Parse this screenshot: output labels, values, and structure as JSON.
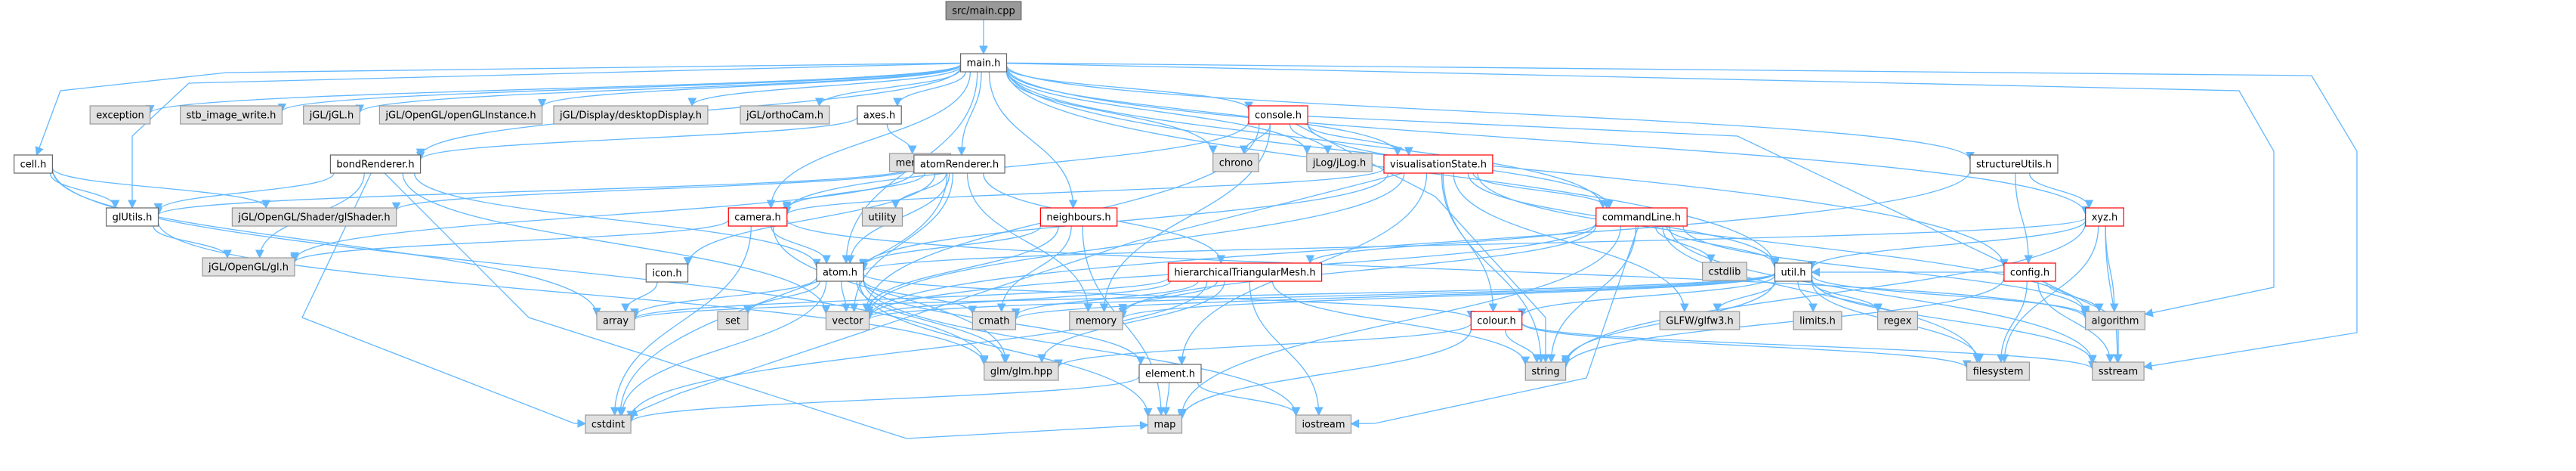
{
  "diagram": {
    "title": "",
    "colors": {
      "edge": "#63b8ff",
      "root_fill": "#999999",
      "root_border": "#666666",
      "local_fill": "#ffffff",
      "local_border": "#666666",
      "system_fill": "#e0e0e0",
      "system_border": "#999999",
      "truncated_border": "#ff0000",
      "text": "#000000"
    },
    "nodes": [
      {
        "id": "main_cpp",
        "label": "src/main.cpp",
        "kind": "root"
      },
      {
        "id": "main_h",
        "label": "main.h",
        "kind": "local"
      },
      {
        "id": "cell_h",
        "label": "cell.h",
        "kind": "local"
      },
      {
        "id": "exception",
        "label": "exception",
        "kind": "system"
      },
      {
        "id": "stb",
        "label": "stb_image_write.h",
        "kind": "system"
      },
      {
        "id": "jgl",
        "label": "jGL/jGL.h",
        "kind": "system"
      },
      {
        "id": "openglinst",
        "label": "jGL/OpenGL/openGLInstance.h",
        "kind": "system"
      },
      {
        "id": "desktopdisplay",
        "label": "jGL/Display/desktopDisplay.h",
        "kind": "system"
      },
      {
        "id": "orthocam",
        "label": "jGL/orthoCam.h",
        "kind": "system"
      },
      {
        "id": "axes_h",
        "label": "axes.h",
        "kind": "local"
      },
      {
        "id": "console_h",
        "label": "console.h",
        "kind": "truncated"
      },
      {
        "id": "structureutils",
        "label": "structureUtils.h",
        "kind": "local"
      },
      {
        "id": "memory_h",
        "label": "memory.h",
        "kind": "system"
      },
      {
        "id": "bondrenderer",
        "label": "bondRenderer.h",
        "kind": "local"
      },
      {
        "id": "atomrenderer",
        "label": "atomRenderer.h",
        "kind": "local"
      },
      {
        "id": "chrono",
        "label": "chrono",
        "kind": "system"
      },
      {
        "id": "jlog",
        "label": "jLog/jLog.h",
        "kind": "system"
      },
      {
        "id": "visstate",
        "label": "visualisationState.h",
        "kind": "truncated"
      },
      {
        "id": "xyz_h",
        "label": "xyz.h",
        "kind": "truncated"
      },
      {
        "id": "glutils",
        "label": "glUtils.h",
        "kind": "local"
      },
      {
        "id": "glshader",
        "label": "jGL/OpenGL/Shader/glShader.h",
        "kind": "system"
      },
      {
        "id": "utility",
        "label": "utility",
        "kind": "system"
      },
      {
        "id": "camera_h",
        "label": "camera.h",
        "kind": "truncated"
      },
      {
        "id": "neighbours",
        "label": "neighbours.h",
        "kind": "truncated"
      },
      {
        "id": "commandline",
        "label": "commandLine.h",
        "kind": "truncated"
      },
      {
        "id": "config_h",
        "label": "config.h",
        "kind": "truncated"
      },
      {
        "id": "gl_h",
        "label": "jGL/OpenGL/gl.h",
        "kind": "system"
      },
      {
        "id": "icon_h",
        "label": "icon.h",
        "kind": "local"
      },
      {
        "id": "atom_h",
        "label": "atom.h",
        "kind": "local"
      },
      {
        "id": "htm",
        "label": "hierarchicalTriangularMesh.h",
        "kind": "truncated"
      },
      {
        "id": "cstdlib",
        "label": "cstdlib",
        "kind": "system"
      },
      {
        "id": "util_h",
        "label": "util.h",
        "kind": "local"
      },
      {
        "id": "array",
        "label": "array",
        "kind": "system"
      },
      {
        "id": "set",
        "label": "set",
        "kind": "system"
      },
      {
        "id": "vector",
        "label": "vector",
        "kind": "system"
      },
      {
        "id": "cmath",
        "label": "cmath",
        "kind": "system"
      },
      {
        "id": "memory",
        "label": "memory",
        "kind": "system"
      },
      {
        "id": "colour_h",
        "label": "colour.h",
        "kind": "truncated"
      },
      {
        "id": "glfw",
        "label": "GLFW/glfw3.h",
        "kind": "system"
      },
      {
        "id": "limits",
        "label": "limits.h",
        "kind": "system"
      },
      {
        "id": "regex",
        "label": "regex",
        "kind": "system"
      },
      {
        "id": "algorithm",
        "label": "algorithm",
        "kind": "system"
      },
      {
        "id": "glm",
        "label": "glm/glm.hpp",
        "kind": "system"
      },
      {
        "id": "element_h",
        "label": "element.h",
        "kind": "local"
      },
      {
        "id": "string",
        "label": "string",
        "kind": "system"
      },
      {
        "id": "filesystem",
        "label": "filesystem",
        "kind": "system"
      },
      {
        "id": "sstream",
        "label": "sstream",
        "kind": "system"
      },
      {
        "id": "cstdint",
        "label": "cstdint",
        "kind": "system"
      },
      {
        "id": "map",
        "label": "map",
        "kind": "system"
      },
      {
        "id": "iostream",
        "label": "iostream",
        "kind": "system"
      }
    ],
    "edges": [
      [
        "main_cpp",
        "main_h"
      ],
      [
        "main_h",
        "cell_h"
      ],
      [
        "main_h",
        "exception"
      ],
      [
        "main_h",
        "stb"
      ],
      [
        "main_h",
        "jgl"
      ],
      [
        "main_h",
        "openglinst"
      ],
      [
        "main_h",
        "desktopdisplay"
      ],
      [
        "main_h",
        "orthocam"
      ],
      [
        "main_h",
        "axes_h"
      ],
      [
        "main_h",
        "console_h"
      ],
      [
        "main_h",
        "structureutils"
      ],
      [
        "main_h",
        "bondrenderer"
      ],
      [
        "main_h",
        "atomrenderer"
      ],
      [
        "main_h",
        "chrono"
      ],
      [
        "main_h",
        "jlog"
      ],
      [
        "main_h",
        "visstate"
      ],
      [
        "main_h",
        "xyz_h"
      ],
      [
        "main_h",
        "glutils"
      ],
      [
        "main_h",
        "camera_h"
      ],
      [
        "main_h",
        "neighbours"
      ],
      [
        "main_h",
        "commandline"
      ],
      [
        "main_h",
        "config_h"
      ],
      [
        "main_h",
        "atom_h"
      ],
      [
        "main_h",
        "util_h"
      ],
      [
        "main_h",
        "algorithm"
      ],
      [
        "main_h",
        "sstream"
      ],
      [
        "cell_h",
        "glutils"
      ],
      [
        "cell_h",
        "glshader"
      ],
      [
        "cell_h",
        "array"
      ],
      [
        "cell_h",
        "glm"
      ],
      [
        "axes_h",
        "memory_h"
      ],
      [
        "axes_h",
        "bondrenderer"
      ],
      [
        "console_h",
        "chrono"
      ],
      [
        "console_h",
        "jlog"
      ],
      [
        "console_h",
        "visstate"
      ],
      [
        "console_h",
        "commandline"
      ],
      [
        "console_h",
        "camera_h"
      ],
      [
        "console_h",
        "vector"
      ],
      [
        "console_h",
        "memory"
      ],
      [
        "console_h",
        "string"
      ],
      [
        "console_h",
        "sstream"
      ],
      [
        "structureutils",
        "xyz_h"
      ],
      [
        "structureutils",
        "config_h"
      ],
      [
        "structureutils",
        "vector"
      ],
      [
        "bondrenderer",
        "glutils"
      ],
      [
        "bondrenderer",
        "gl_h"
      ],
      [
        "bondrenderer",
        "atom_h"
      ],
      [
        "bondrenderer",
        "vector"
      ],
      [
        "bondrenderer",
        "cstdint"
      ],
      [
        "bondrenderer",
        "map"
      ],
      [
        "atomrenderer",
        "glutils"
      ],
      [
        "atomrenderer",
        "glshader"
      ],
      [
        "atomrenderer",
        "utility"
      ],
      [
        "atomrenderer",
        "camera_h"
      ],
      [
        "atomrenderer",
        "icon_h"
      ],
      [
        "atomrenderer",
        "atom_h"
      ],
      [
        "atomrenderer",
        "htm"
      ],
      [
        "atomrenderer",
        "vector"
      ],
      [
        "atomrenderer",
        "memory"
      ],
      [
        "atomrenderer",
        "gl_h"
      ],
      [
        "atomrenderer",
        "cstdint"
      ],
      [
        "visstate",
        "camera_h"
      ],
      [
        "visstate",
        "commandline"
      ],
      [
        "visstate",
        "atom_h"
      ],
      [
        "visstate",
        "colour_h"
      ],
      [
        "visstate",
        "element_h"
      ],
      [
        "visstate",
        "glfw"
      ],
      [
        "visstate",
        "string"
      ],
      [
        "visstate",
        "algorithm"
      ],
      [
        "visstate",
        "cstdint"
      ],
      [
        "visstate",
        "vector"
      ],
      [
        "visstate",
        "util_h"
      ],
      [
        "xyz_h",
        "util_h"
      ],
      [
        "xyz_h",
        "atom_h"
      ],
      [
        "xyz_h",
        "algorithm"
      ],
      [
        "xyz_h",
        "filesystem"
      ],
      [
        "xyz_h",
        "sstream"
      ],
      [
        "xyz_h",
        "string"
      ],
      [
        "glutils",
        "gl_h"
      ],
      [
        "glutils",
        "glm"
      ],
      [
        "camera_h",
        "atom_h"
      ],
      [
        "camera_h",
        "glm"
      ],
      [
        "camera_h",
        "gl_h"
      ],
      [
        "camera_h",
        "cstdint"
      ],
      [
        "camera_h",
        "algorithm"
      ],
      [
        "neighbours",
        "atom_h"
      ],
      [
        "neighbours",
        "cmath"
      ],
      [
        "neighbours",
        "vector"
      ],
      [
        "neighbours",
        "map"
      ],
      [
        "commandline",
        "util_h"
      ],
      [
        "commandline",
        "htm"
      ],
      [
        "commandline",
        "cstdlib"
      ],
      [
        "commandline",
        "vector"
      ],
      [
        "commandline",
        "string"
      ],
      [
        "commandline",
        "map"
      ],
      [
        "commandline",
        "iostream"
      ],
      [
        "commandline",
        "filesystem"
      ],
      [
        "commandline",
        "algorithm"
      ],
      [
        "commandline",
        "sstream"
      ],
      [
        "commandline",
        "memory"
      ],
      [
        "config_h",
        "util_h"
      ],
      [
        "config_h",
        "string"
      ],
      [
        "config_h",
        "filesystem"
      ],
      [
        "config_h",
        "sstream"
      ],
      [
        "config_h",
        "algorithm"
      ],
      [
        "icon_h",
        "array"
      ],
      [
        "atom_h",
        "array"
      ],
      [
        "atom_h",
        "set"
      ],
      [
        "atom_h",
        "vector"
      ],
      [
        "atom_h",
        "cmath"
      ],
      [
        "atom_h",
        "colour_h"
      ],
      [
        "atom_h",
        "element_h"
      ],
      [
        "atom_h",
        "glm"
      ],
      [
        "atom_h",
        "cstdint"
      ],
      [
        "atom_h",
        "map"
      ],
      [
        "atom_h",
        "iostream"
      ],
      [
        "htm",
        "array"
      ],
      [
        "htm",
        "vector"
      ],
      [
        "htm",
        "cmath"
      ],
      [
        "htm",
        "memory"
      ],
      [
        "htm",
        "glm"
      ],
      [
        "htm",
        "cstdint"
      ],
      [
        "htm",
        "iostream"
      ],
      [
        "htm",
        "string"
      ],
      [
        "util_h",
        "array"
      ],
      [
        "util_h",
        "vector"
      ],
      [
        "util_h",
        "cmath"
      ],
      [
        "util_h",
        "colour_h"
      ],
      [
        "util_h",
        "glfw"
      ],
      [
        "util_h",
        "limits"
      ],
      [
        "util_h",
        "regex"
      ],
      [
        "util_h",
        "algorithm"
      ],
      [
        "util_h",
        "string"
      ],
      [
        "util_h",
        "filesystem"
      ],
      [
        "util_h",
        "sstream"
      ],
      [
        "util_h",
        "memory"
      ],
      [
        "colour_h",
        "glm"
      ],
      [
        "colour_h",
        "string"
      ],
      [
        "colour_h",
        "sstream"
      ],
      [
        "colour_h",
        "filesystem"
      ],
      [
        "colour_h",
        "map"
      ],
      [
        "element_h",
        "map"
      ],
      [
        "element_h",
        "cstdint"
      ],
      [
        "element_h",
        "iostream"
      ]
    ]
  }
}
